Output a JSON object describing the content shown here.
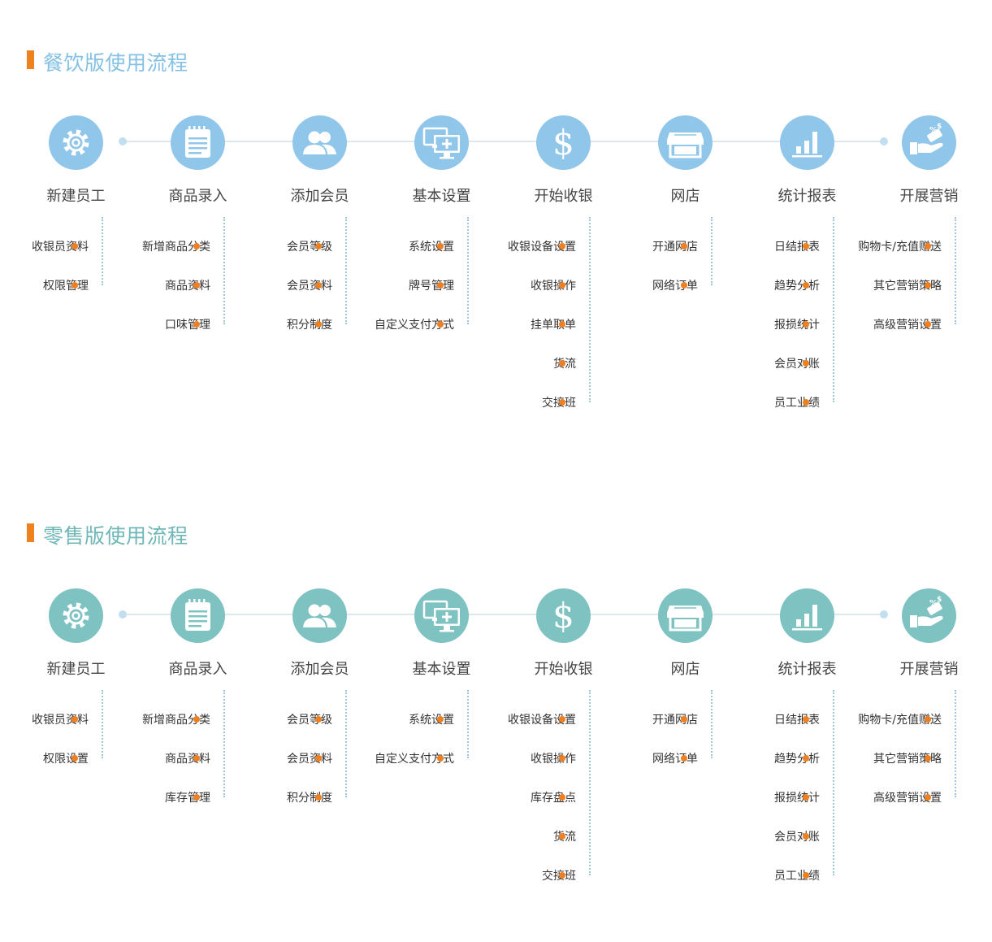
{
  "colors": {
    "accent": "#f0821e",
    "dot": "#ee7f22"
  },
  "sections": [
    {
      "title": "餐饮版使用流程",
      "color": "#90c6ea",
      "title_color": "#84c1e4",
      "steps": [
        {
          "label": "新建员工",
          "icon": "gear-icon",
          "subs": [
            "收银员资料",
            "权限管理"
          ]
        },
        {
          "label": "商品录入",
          "icon": "notepad-icon",
          "subs": [
            "新增商品分类",
            "商品资料",
            "口味管理"
          ]
        },
        {
          "label": "添加会员",
          "icon": "users-icon",
          "subs": [
            "会员等级",
            "会员资料",
            "积分制度"
          ]
        },
        {
          "label": "基本设置",
          "icon": "monitors-icon",
          "subs": [
            "系统设置",
            "牌号管理",
            "自定义支付方式"
          ]
        },
        {
          "label": "开始收银",
          "icon": "dollar-icon",
          "subs": [
            "收银设备设置",
            "收银操作",
            "挂单取单",
            "货流",
            "交接班"
          ]
        },
        {
          "label": "网店",
          "icon": "shop-icon",
          "subs": [
            "开通网店",
            "网络订单"
          ]
        },
        {
          "label": "统计报表",
          "icon": "bar-chart-icon",
          "subs": [
            "日结报表",
            "趋势分析",
            "报损统计",
            "会员对账",
            "员工业绩"
          ]
        },
        {
          "label": "开展营销",
          "icon": "marketing-icon",
          "subs": [
            "购物卡/充值赠送",
            "其它营销策略",
            "高级营销设置"
          ]
        }
      ]
    },
    {
      "title": "零售版使用流程",
      "color": "#7fc2c2",
      "title_color": "#6fb6b6",
      "steps": [
        {
          "label": "新建员工",
          "icon": "gear-icon",
          "subs": [
            "收银员资料",
            "权限设置"
          ]
        },
        {
          "label": "商品录入",
          "icon": "notepad-icon",
          "subs": [
            "新增商品分类",
            "商品资料",
            "库存管理"
          ]
        },
        {
          "label": "添加会员",
          "icon": "users-icon",
          "subs": [
            "会员等级",
            "会员资料",
            "积分制度"
          ]
        },
        {
          "label": "基本设置",
          "icon": "monitors-icon",
          "subs": [
            "系统设置",
            "自定义支付方式"
          ]
        },
        {
          "label": "开始收银",
          "icon": "dollar-icon",
          "subs": [
            "收银设备设置",
            "收银操作",
            "库存盘点",
            "货流",
            "交接班"
          ]
        },
        {
          "label": "网店",
          "icon": "shop-icon",
          "subs": [
            "开通网店",
            "网络订单"
          ]
        },
        {
          "label": "统计报表",
          "icon": "bar-chart-icon",
          "subs": [
            "日结报表",
            "趋势分析",
            "报损统计",
            "会员对账",
            "员工业绩"
          ]
        },
        {
          "label": "开展营销",
          "icon": "marketing-icon",
          "subs": [
            "购物卡/充值赠送",
            "其它营销策略",
            "高级营销设置"
          ]
        }
      ]
    }
  ]
}
